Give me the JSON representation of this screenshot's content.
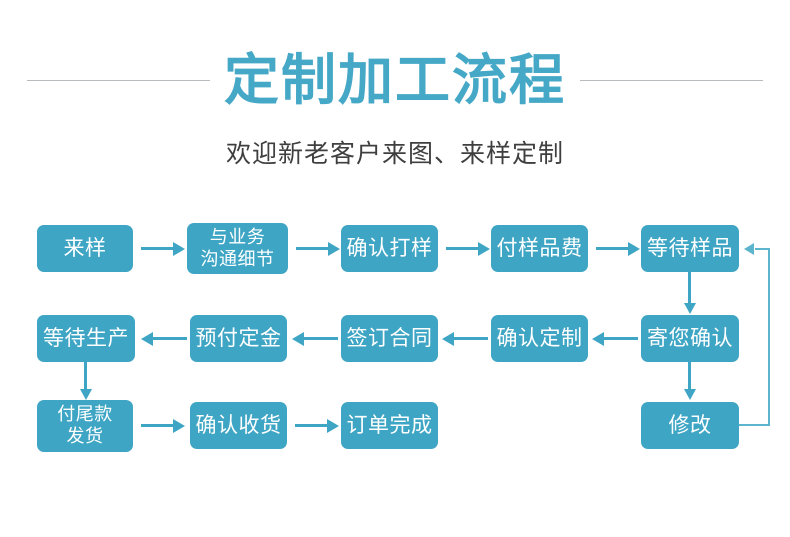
{
  "header": {
    "title": "定制加工流程",
    "subtitle": "欢迎新老客户来图、来样定制",
    "title_color": "#46a8c7",
    "rule_color": "#b9bcbe",
    "subtitle_color": "#3f3f3f"
  },
  "theme": {
    "node_fill": "#3ea5c4",
    "node_text": "#ffffff",
    "connector": "#3ea5c4",
    "loop_connector": "#5cb4cd",
    "background": "#ffffff"
  },
  "flow": {
    "rows": [
      {
        "direction": "left-to-right",
        "nodes": [
          {
            "id": "n1",
            "label": "来样"
          },
          {
            "id": "n2",
            "label": "与业务\n沟通细节",
            "line1": "与业务",
            "line2": "沟通细节"
          },
          {
            "id": "n3",
            "label": "确认打样"
          },
          {
            "id": "n4",
            "label": "付样品费"
          },
          {
            "id": "n5",
            "label": "等待样品"
          }
        ]
      },
      {
        "direction": "right-to-left",
        "nodes": [
          {
            "id": "n10",
            "label": "等待生产"
          },
          {
            "id": "n9",
            "label": "预付定金"
          },
          {
            "id": "n8",
            "label": "签订合同"
          },
          {
            "id": "n7",
            "label": "确认定制"
          },
          {
            "id": "n6",
            "label": "寄您确认"
          }
        ]
      },
      {
        "direction": "left-to-right",
        "nodes": [
          {
            "id": "n11",
            "label": "付尾款\n发货",
            "line1": "付尾款",
            "line2": "发货"
          },
          {
            "id": "n12",
            "label": "确认收货"
          },
          {
            "id": "n13",
            "label": "订单完成"
          },
          {
            "id": "n14",
            "label": "修改"
          }
        ]
      }
    ],
    "connections": [
      {
        "from": "来样",
        "to": "与业务沟通细节",
        "type": "arrow-right"
      },
      {
        "from": "与业务沟通细节",
        "to": "确认打样",
        "type": "arrow-right"
      },
      {
        "from": "确认打样",
        "to": "付样品费",
        "type": "arrow-right"
      },
      {
        "from": "付样品费",
        "to": "等待样品",
        "type": "arrow-right"
      },
      {
        "from": "等待样品",
        "to": "寄您确认",
        "type": "arrow-down"
      },
      {
        "from": "寄您确认",
        "to": "确认定制",
        "type": "arrow-left"
      },
      {
        "from": "确认定制",
        "to": "签订合同",
        "type": "arrow-left"
      },
      {
        "from": "签订合同",
        "to": "预付定金",
        "type": "arrow-left"
      },
      {
        "from": "预付定金",
        "to": "等待生产",
        "type": "arrow-left"
      },
      {
        "from": "等待生产",
        "to": "付尾款发货",
        "type": "arrow-down"
      },
      {
        "from": "付尾款发货",
        "to": "确认收货",
        "type": "arrow-right"
      },
      {
        "from": "确认收货",
        "to": "订单完成",
        "type": "arrow-right"
      },
      {
        "from": "寄您确认",
        "to": "修改",
        "type": "arrow-down"
      },
      {
        "from": "修改",
        "to": "等待样品",
        "type": "loop-back-arrow-left"
      }
    ]
  }
}
